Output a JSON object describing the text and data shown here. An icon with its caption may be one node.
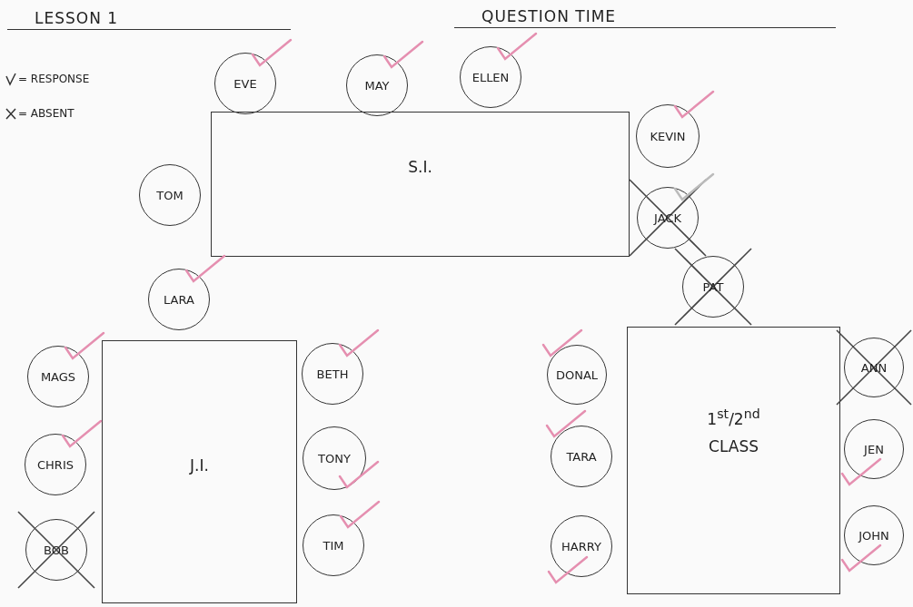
{
  "diagram": {
    "title": "LESSON 1",
    "nodes": [
      {
        "text": [
          "EVE"
        ]
      },
      {
        "text": [
          "MAY"
        ]
      },
      {
        "text": [
          "ELLEN"
        ]
      },
      {
        "text": [
          "KEVIN"
        ]
      },
      {
        "text": [
          "S.I."
        ]
      },
      {
        "text": [
          "TOM"
        ]
      },
      {
        "text": [
          "JACK"
        ]
      },
      {
        "text": [
          "PAT"
        ]
      },
      {
        "text": [
          "LARA"
        ]
      },
      {
        "text": [
          "MAGS"
        ]
      },
      {
        "text": [
          "J.I."
        ]
      },
      {
        "text": [
          "BETH"
        ]
      },
      {
        "text": [
          "DONAL"
        ]
      },
      {
        "text": [
          "1$^{st}$/2$^{nd}$ CLASS"
        ]
      },
      {
        "text": [
          "ANN"
        ]
      },
      {
        "text": [
          "CHRIS"
        ]
      },
      {
        "text": [
          "TONY"
        ]
      },
      {
        "text": [
          "TARA"
        ]
      },
      {
        "text": [
          "JEN"
        ]
      },
      {
        "text": [
          "BOB"
        ]
      },
      {
        "text": [
          "TIM"
        ]
      },
      {
        "text": [
          "HARRY"
        ]
      },
      {
        "text": [
          "JOHN"
        ]
      }
    ],
    "edges": [],
    "labels": [
      "QUESTION TIME"
    ],
    "legend": [
      {
        "text": "= RESPONSE"
      },
      {
        "text": "= ABSENT"
      }
    ]
  }
}
